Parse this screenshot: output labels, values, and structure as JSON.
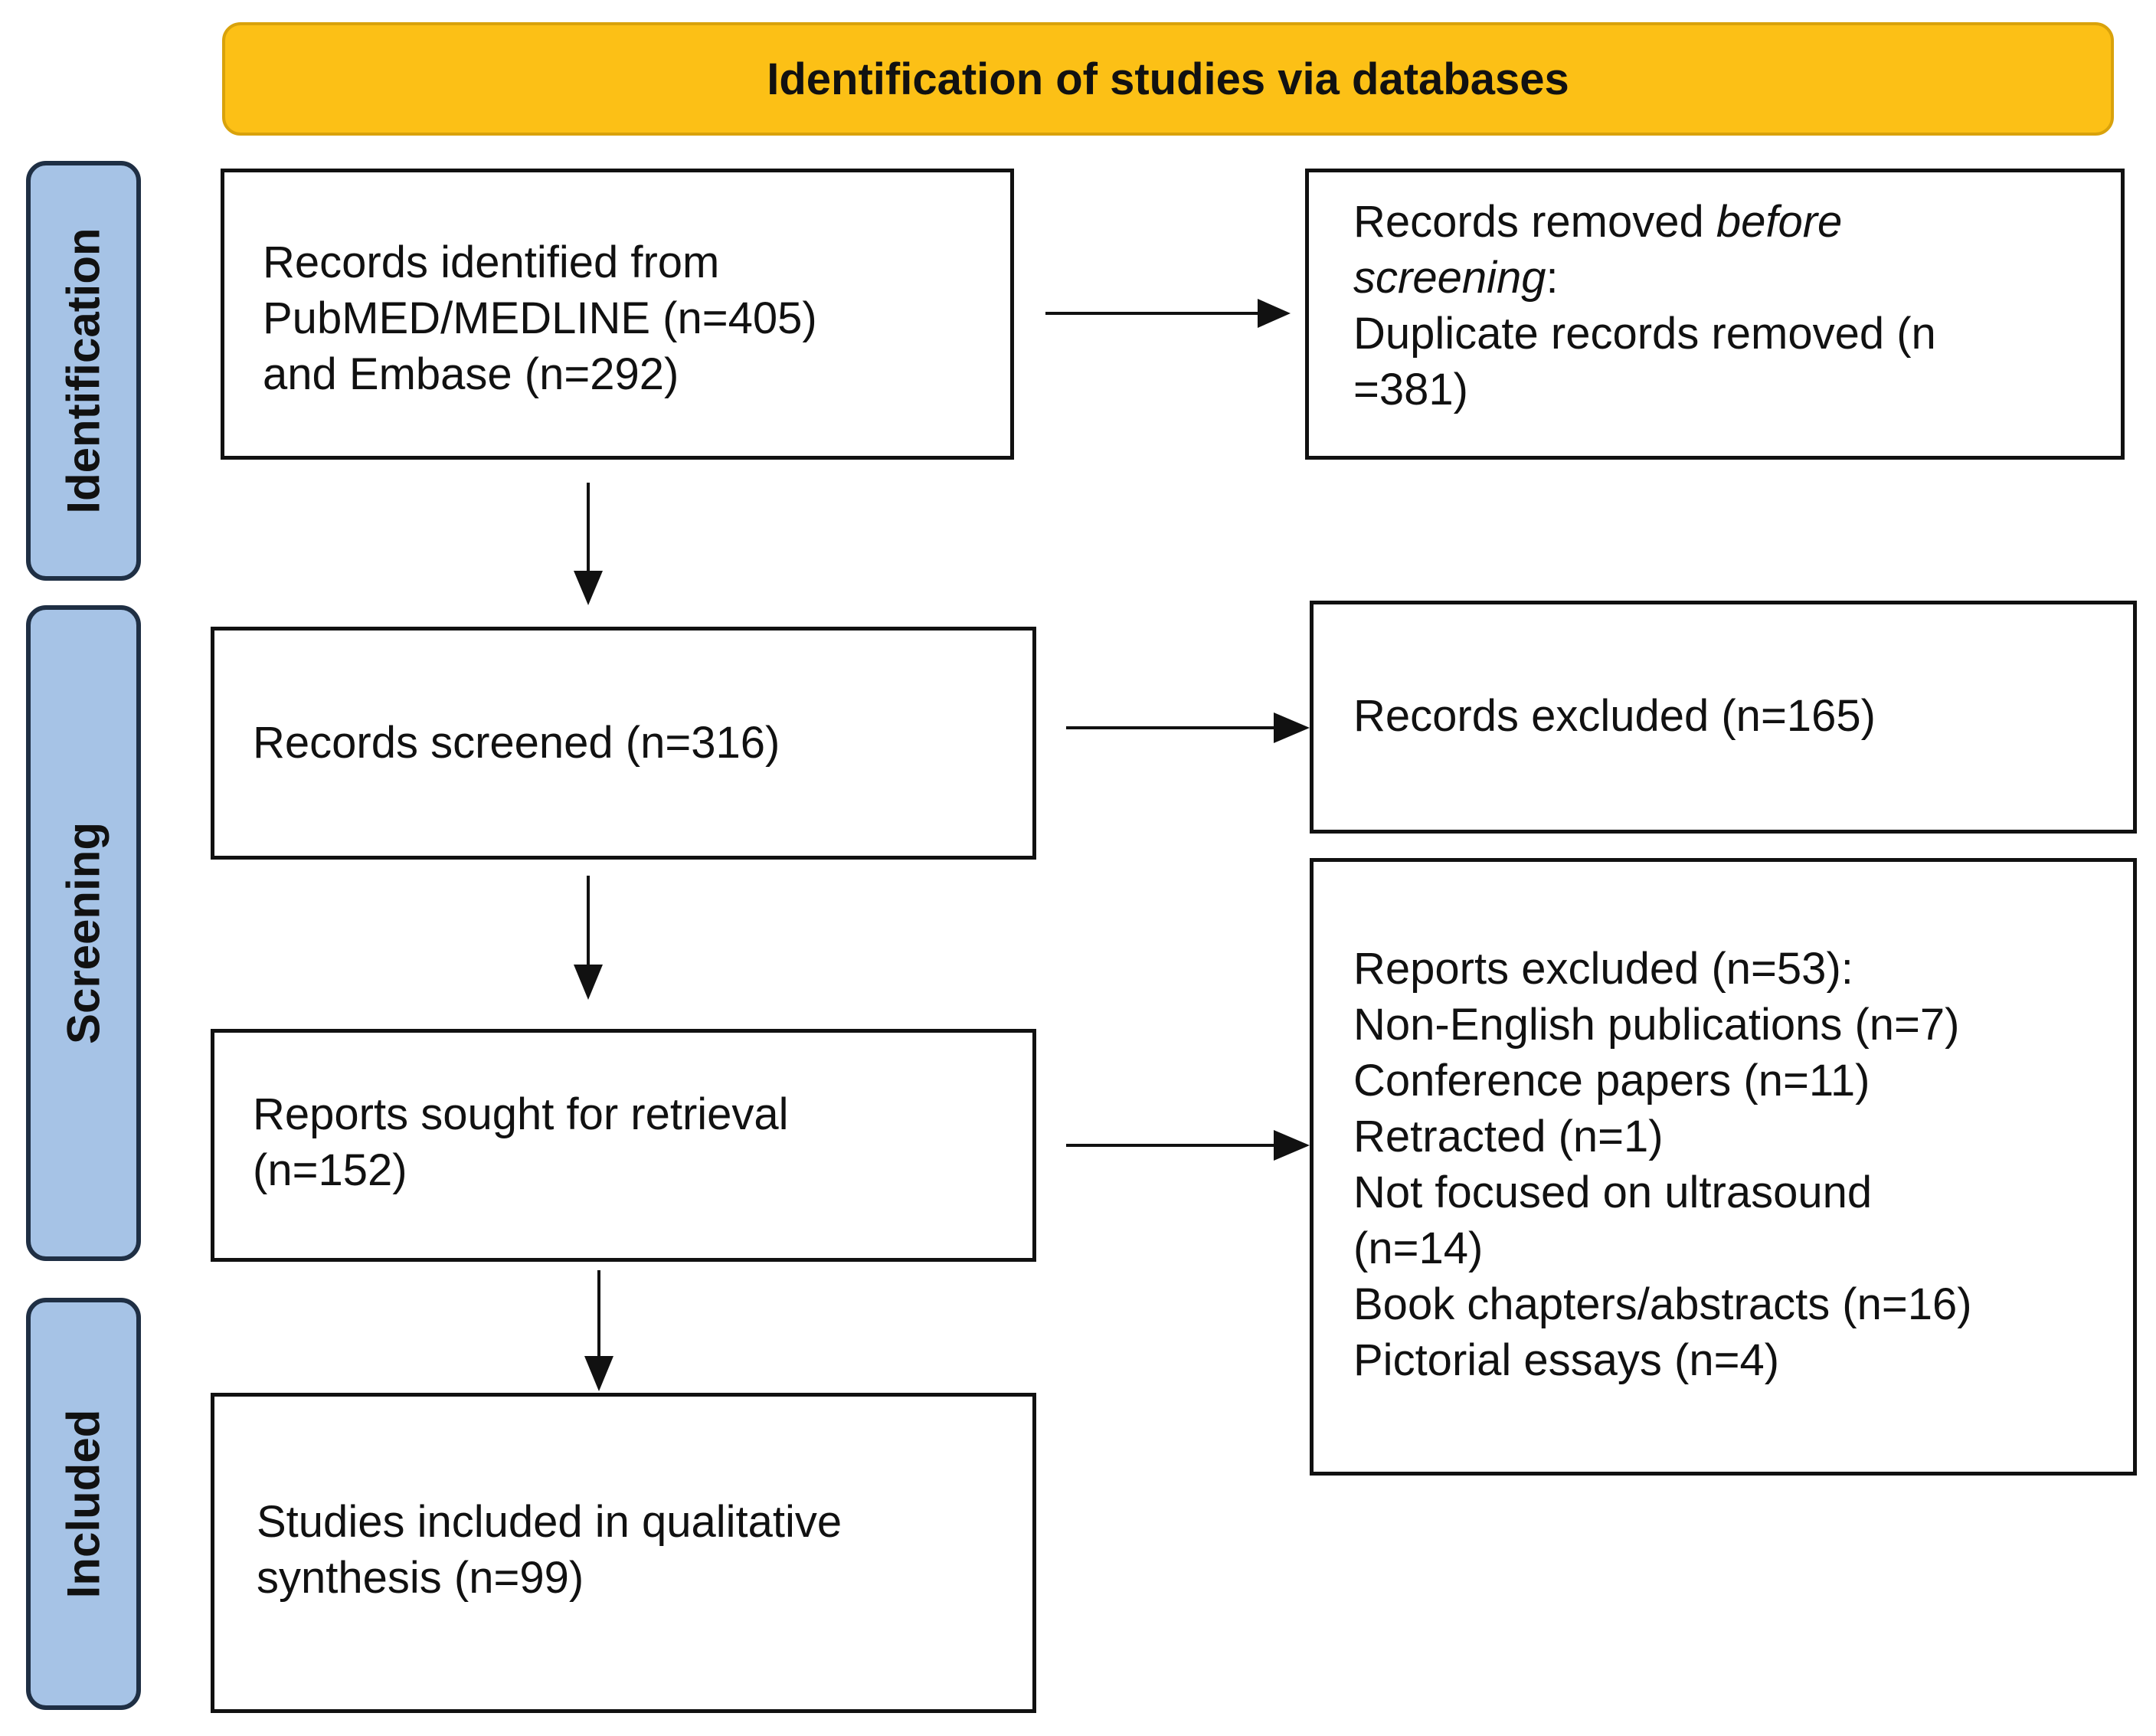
{
  "header": {
    "title": "Identification of studies via databases"
  },
  "phases": {
    "identification": "Identification",
    "screening": "Screening",
    "included": "Included"
  },
  "boxes": {
    "records_identified": {
      "lines": [
        "Records identified from",
        "PubMED/MEDLINE (n=405)",
        "and Embase (n=292)"
      ]
    },
    "records_removed": {
      "line1_a": "Records removed ",
      "line1_b": "before",
      "line2_a": "screening",
      "line2_b": ":",
      "line3": "Duplicate records removed (n",
      "line4": "=381)"
    },
    "records_screened": {
      "lines": [
        "Records screened (n=316)"
      ]
    },
    "records_excluded": {
      "lines": [
        "Records excluded (n=165)"
      ]
    },
    "reports_sought": {
      "lines": [
        "Reports sought for retrieval",
        "(n=152)"
      ]
    },
    "reports_excluded": {
      "lines": [
        "Reports excluded (n=53):",
        "Non-English publications (n=7)",
        "Conference papers (n=11)",
        "Retracted (n=1)",
        "Not focused on ultrasound",
        "(n=14)",
        "Book chapters/abstracts (n=16)",
        "Pictorial essays (n=4)"
      ]
    },
    "studies_included": {
      "lines": [
        "Studies included in qualitative",
        "synthesis (n=99)"
      ]
    }
  },
  "colors": {
    "header_fill": "#FCC016",
    "header_border": "#D9A20B",
    "phase_fill": "#A6C3E6",
    "phase_border": "#1f2f44",
    "box_border": "#111111",
    "arrow": "#111111"
  }
}
